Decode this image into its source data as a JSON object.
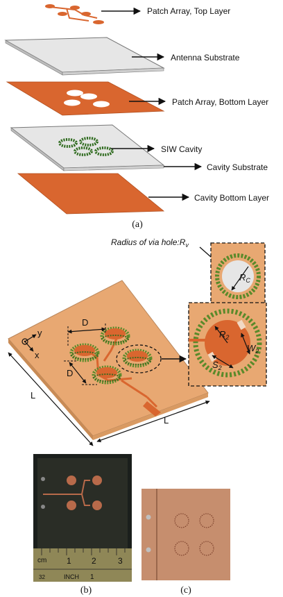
{
  "part_a": {
    "layers": [
      {
        "label": "Patch Array, Top Layer"
      },
      {
        "label": "Antenna Substrate"
      },
      {
        "label": "Patch Array, Bottom Layer"
      },
      {
        "label": "SIW Cavity"
      },
      {
        "label": "Cavity Substrate"
      },
      {
        "label": "Cavity Bottom Layer"
      }
    ],
    "caption": "(a)"
  },
  "part_main": {
    "via_label": "Radius of via hole:R",
    "via_sub": "v",
    "rc_label": "R",
    "rc_sub": "C",
    "r2_label": "R",
    "r2_sub": "2",
    "s2_label": "S",
    "s2_sub": "2",
    "w2_label": "W",
    "w2_sub": "2",
    "d_label": "D",
    "l_label": "L",
    "axis_y": "y",
    "axis_x": "x"
  },
  "part_b": {
    "caption": "(b)",
    "ruler_cm": "cm",
    "ruler_inch": "INCH",
    "ruler_nums": [
      "1",
      "2",
      "3"
    ],
    "ruler_inch_nums": [
      "1"
    ],
    "ruler_small": "32"
  },
  "part_c": {
    "caption": "(c)"
  },
  "colors": {
    "copper": "#D9662F",
    "substrate": "#E4E4E4",
    "via": "#3F7A2A",
    "board": "#E8A872",
    "arrow": "#111111"
  }
}
